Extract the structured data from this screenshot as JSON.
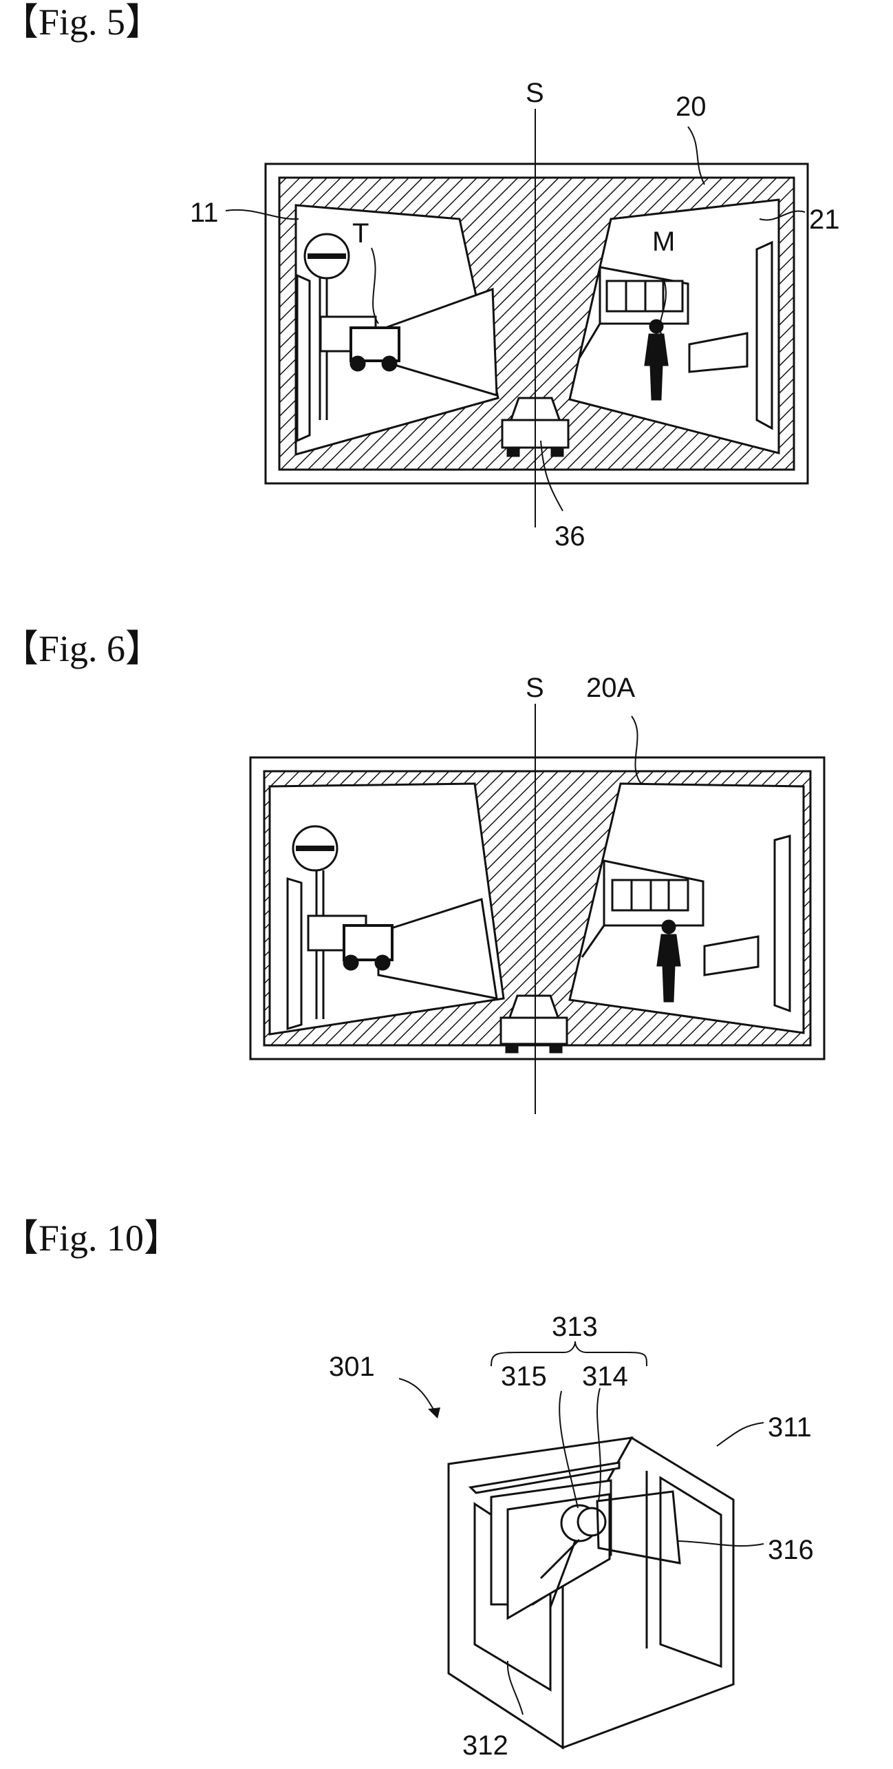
{
  "figures": [
    {
      "title": "【Fig. 5】",
      "labels": {
        "axis": "S",
        "mask": "20",
        "screen": "11",
        "edge": "21",
        "truck": "T",
        "person": "M",
        "car": "36"
      }
    },
    {
      "title": "【Fig. 6】",
      "labels": {
        "axis": "S",
        "mask": "20A"
      }
    },
    {
      "title": "【Fig. 10】",
      "labels": {
        "group": "313",
        "device": "301",
        "lens": "315",
        "sensor": "314",
        "housing": "311",
        "mask": "316",
        "window": "312"
      }
    }
  ]
}
